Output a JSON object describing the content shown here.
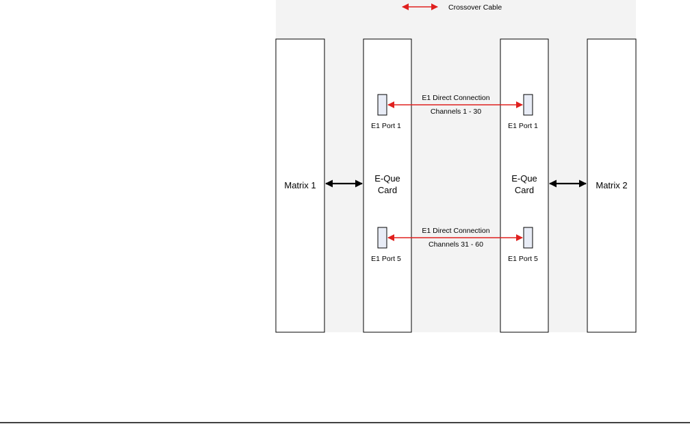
{
  "legend": {
    "label": "Crossover Cable",
    "color": "#e0201e"
  },
  "colors": {
    "panel_bg": "#f3f3f3",
    "box_fill": "#ffffff",
    "port_fill": "#e8ecf6",
    "stroke": "#000000",
    "crossover": "#e0201e",
    "link": "#000000"
  },
  "nodes": {
    "matrix1": "Matrix 1",
    "matrix2": "Matrix 2",
    "equecard1": [
      "E-Que",
      "Card"
    ],
    "equecard2": [
      "E-Que",
      "Card"
    ]
  },
  "ports": {
    "left_top": "E1 Port 1",
    "right_top": "E1 Port 1",
    "left_bottom": "E1 Port 5",
    "right_bottom": "E1 Port 5"
  },
  "connections": [
    {
      "label": "E1 Direct Connection",
      "channels": "Channels 1 - 30"
    },
    {
      "label": "E1 Direct Connection",
      "channels": "Channels 31 - 60"
    }
  ]
}
